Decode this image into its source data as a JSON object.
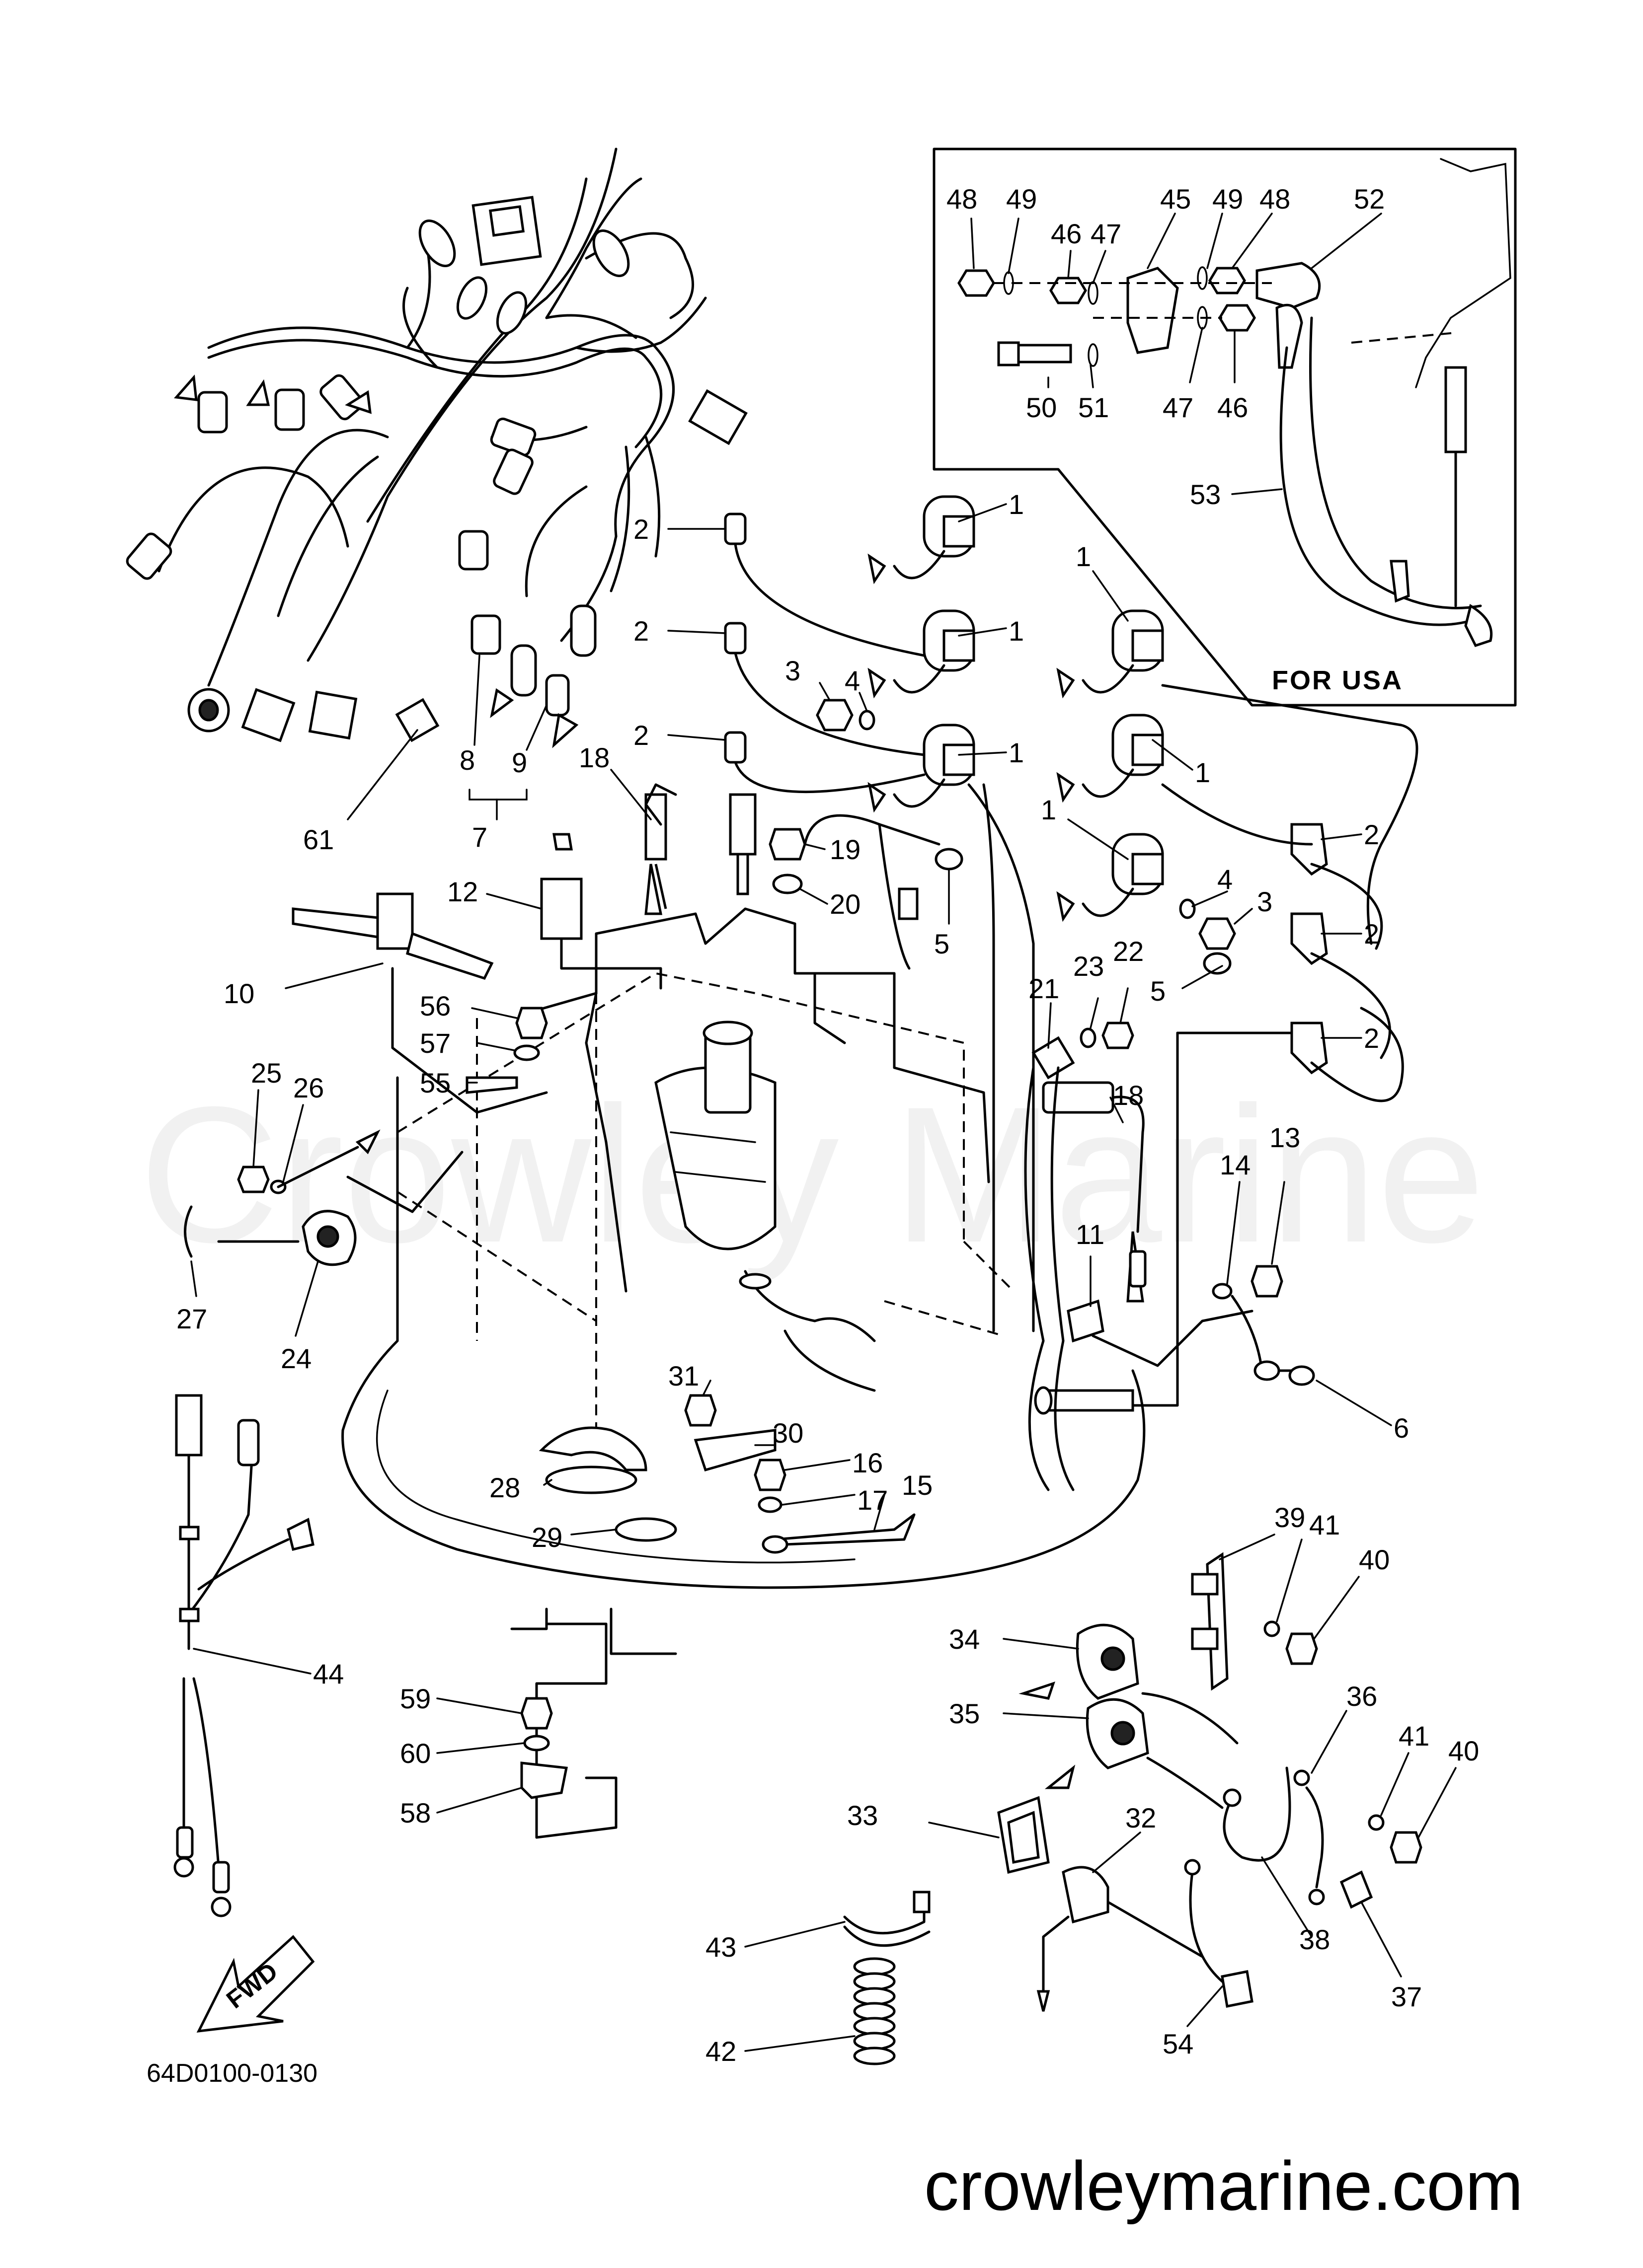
{
  "inset": {
    "title": "FOR USA"
  },
  "part_number": "64D0100-0130",
  "fwd_label": "FWD",
  "watermark": "Crowley Marine",
  "site": "crowleymarine.com",
  "callouts": [
    {
      "id": "c48a",
      "text": "48"
    },
    {
      "id": "c49a",
      "text": "49"
    },
    {
      "id": "c46a",
      "text": "46"
    },
    {
      "id": "c47a",
      "text": "47"
    },
    {
      "id": "c45",
      "text": "45"
    },
    {
      "id": "c49b",
      "text": "49"
    },
    {
      "id": "c48b",
      "text": "48"
    },
    {
      "id": "c52",
      "text": "52"
    },
    {
      "id": "c50",
      "text": "50"
    },
    {
      "id": "c51",
      "text": "51"
    },
    {
      "id": "c47b",
      "text": "47"
    },
    {
      "id": "c46b",
      "text": "46"
    },
    {
      "id": "c53",
      "text": "53"
    },
    {
      "id": "c1a",
      "text": "1"
    },
    {
      "id": "c1b",
      "text": "1"
    },
    {
      "id": "c1c",
      "text": "1"
    },
    {
      "id": "c1d",
      "text": "1"
    },
    {
      "id": "c1e",
      "text": "1"
    },
    {
      "id": "c1f",
      "text": "1"
    },
    {
      "id": "c2a",
      "text": "2"
    },
    {
      "id": "c2b",
      "text": "2"
    },
    {
      "id": "c2c",
      "text": "2"
    },
    {
      "id": "c2d",
      "text": "2"
    },
    {
      "id": "c2e",
      "text": "2"
    },
    {
      "id": "c2f",
      "text": "2"
    },
    {
      "id": "c3a",
      "text": "3"
    },
    {
      "id": "c4a",
      "text": "4"
    },
    {
      "id": "c3b",
      "text": "3"
    },
    {
      "id": "c4b",
      "text": "4"
    },
    {
      "id": "c5a",
      "text": "5"
    },
    {
      "id": "c5b",
      "text": "5"
    },
    {
      "id": "c8",
      "text": "8"
    },
    {
      "id": "c9",
      "text": "9"
    },
    {
      "id": "c7",
      "text": "7"
    },
    {
      "id": "c61",
      "text": "61"
    },
    {
      "id": "c18a",
      "text": "18"
    },
    {
      "id": "c19",
      "text": "19"
    },
    {
      "id": "c20",
      "text": "20"
    },
    {
      "id": "c12",
      "text": "12"
    },
    {
      "id": "c10",
      "text": "10"
    },
    {
      "id": "c56",
      "text": "56"
    },
    {
      "id": "c57",
      "text": "57"
    },
    {
      "id": "c55",
      "text": "55"
    },
    {
      "id": "c25",
      "text": "25"
    },
    {
      "id": "c26",
      "text": "26"
    },
    {
      "id": "c27",
      "text": "27"
    },
    {
      "id": "c24",
      "text": "24"
    },
    {
      "id": "c21",
      "text": "21"
    },
    {
      "id": "c23",
      "text": "23"
    },
    {
      "id": "c22",
      "text": "22"
    },
    {
      "id": "c18b",
      "text": "18"
    },
    {
      "id": "c14",
      "text": "14"
    },
    {
      "id": "c13",
      "text": "13"
    },
    {
      "id": "c11",
      "text": "11"
    },
    {
      "id": "c6",
      "text": "6"
    },
    {
      "id": "c31",
      "text": "31"
    },
    {
      "id": "c30",
      "text": "30"
    },
    {
      "id": "c16",
      "text": "16"
    },
    {
      "id": "c17",
      "text": "17"
    },
    {
      "id": "c15",
      "text": "15"
    },
    {
      "id": "c28",
      "text": "28"
    },
    {
      "id": "c29",
      "text": "29"
    },
    {
      "id": "c39",
      "text": "39"
    },
    {
      "id": "c41a",
      "text": "41"
    },
    {
      "id": "c40a",
      "text": "40"
    },
    {
      "id": "c34",
      "text": "34"
    },
    {
      "id": "c35",
      "text": "35"
    },
    {
      "id": "c36",
      "text": "36"
    },
    {
      "id": "c41b",
      "text": "41"
    },
    {
      "id": "c40b",
      "text": "40"
    },
    {
      "id": "c33",
      "text": "33"
    },
    {
      "id": "c32",
      "text": "32"
    },
    {
      "id": "c38",
      "text": "38"
    },
    {
      "id": "c37",
      "text": "37"
    },
    {
      "id": "c44",
      "text": "44"
    },
    {
      "id": "c59",
      "text": "59"
    },
    {
      "id": "c60",
      "text": "60"
    },
    {
      "id": "c58",
      "text": "58"
    },
    {
      "id": "c43",
      "text": "43"
    },
    {
      "id": "c42",
      "text": "42"
    },
    {
      "id": "c54",
      "text": "54"
    }
  ]
}
